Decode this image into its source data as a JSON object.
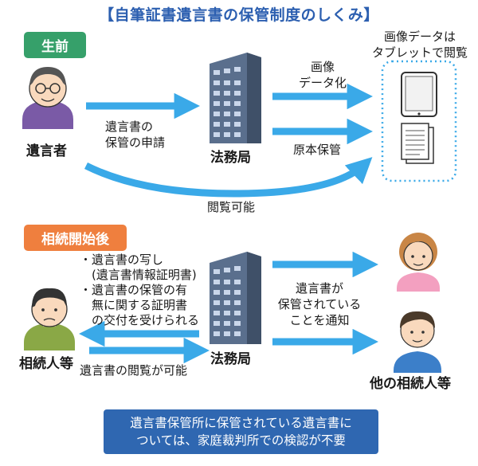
{
  "title": "【自筆証書遺言書の保管制度のしくみ】",
  "section1": {
    "badge": "生前",
    "testator_label": "遺言者",
    "arrow_application_label": "遺言書の\n保管の申請",
    "bureau_label": "法務局",
    "digitize_label": "画像\nデータ化",
    "original_storage_label": "原本保管",
    "tablet_note": "画像データは\nタブレットで閲覧",
    "viewable_label": "閲覧可能"
  },
  "section2": {
    "badge": "相続開始後",
    "bullets": "・遺言書の写し\n　(遺言書情報証明書)\n・遺言書の保管の有\n　無に関する証明書\n　の交付を受けられる",
    "heir_label": "相続人等",
    "viewing_label": "遺言書の閲覧が可能",
    "bureau_label": "法務局",
    "notify_label": "遺言書が\n保管されている\nことを通知",
    "other_heirs_label": "他の相続人等"
  },
  "note": "遺言書保管所に保管されている遺言書に\nついては、家庭裁判所での検認が不要",
  "colors": {
    "title": "#2c5fb0",
    "arrow": "#3aa9e8",
    "green_badge": "#36a06a",
    "orange_badge": "#ef7f3e",
    "note_bg": "#2f67b1",
    "building": "#5a6f8d",
    "dotted_frame": "#3aa9e8"
  }
}
